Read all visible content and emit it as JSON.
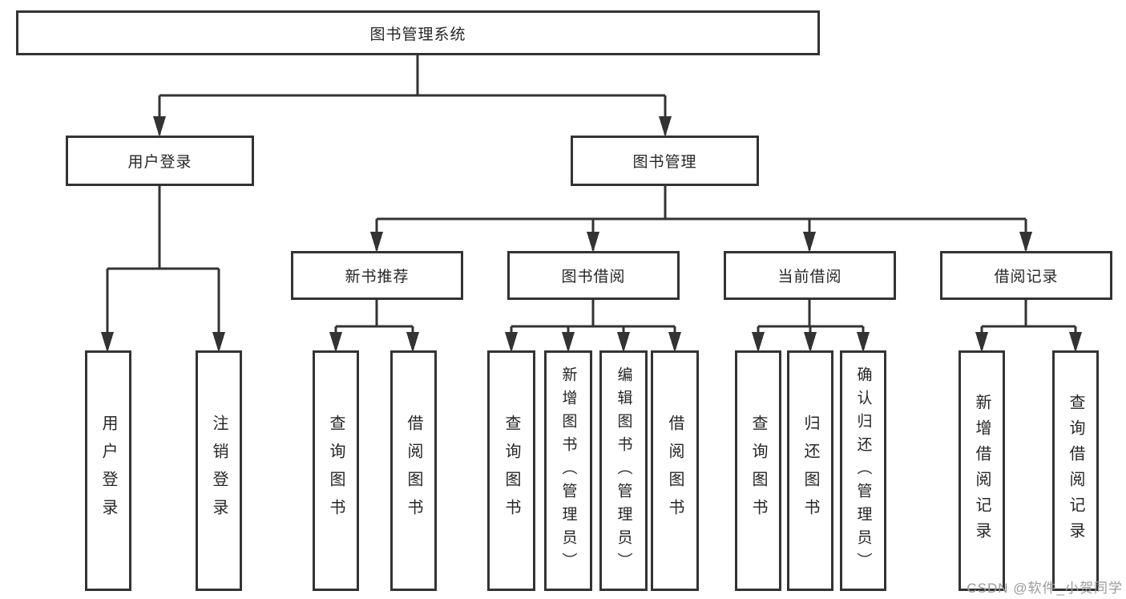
{
  "title": "图书管理系统",
  "tree": {
    "label": "图书管理系统",
    "children": [
      {
        "label": "用户登录",
        "children": [
          {
            "label": "用户登录"
          },
          {
            "label": "注销登录"
          }
        ]
      },
      {
        "label": "图书管理",
        "children": [
          {
            "label": "新书推荐",
            "children": [
              {
                "label": "查询图书"
              },
              {
                "label": "借阅图书"
              }
            ]
          },
          {
            "label": "图书借阅",
            "children": [
              {
                "label": "查询图书"
              },
              {
                "label": "新增图书（管理员）"
              },
              {
                "label": "编辑图书（管理员）"
              },
              {
                "label": "借阅图书"
              }
            ]
          },
          {
            "label": "当前借阅",
            "children": [
              {
                "label": "查询图书"
              },
              {
                "label": "归还图书"
              },
              {
                "label": "确认归还（管理员）"
              }
            ]
          },
          {
            "label": "借阅记录",
            "children": [
              {
                "label": "新增借阅记录"
              },
              {
                "label": "查询借阅记录"
              }
            ]
          }
        ]
      }
    ]
  },
  "watermark": "CSDN @软件_小贺同学",
  "colors": {
    "line": "#333333",
    "box_border": "#333333",
    "box_fill": "#ffffff",
    "text": "#262626",
    "background": "#ffffff",
    "watermark": "#9b9b9b"
  }
}
